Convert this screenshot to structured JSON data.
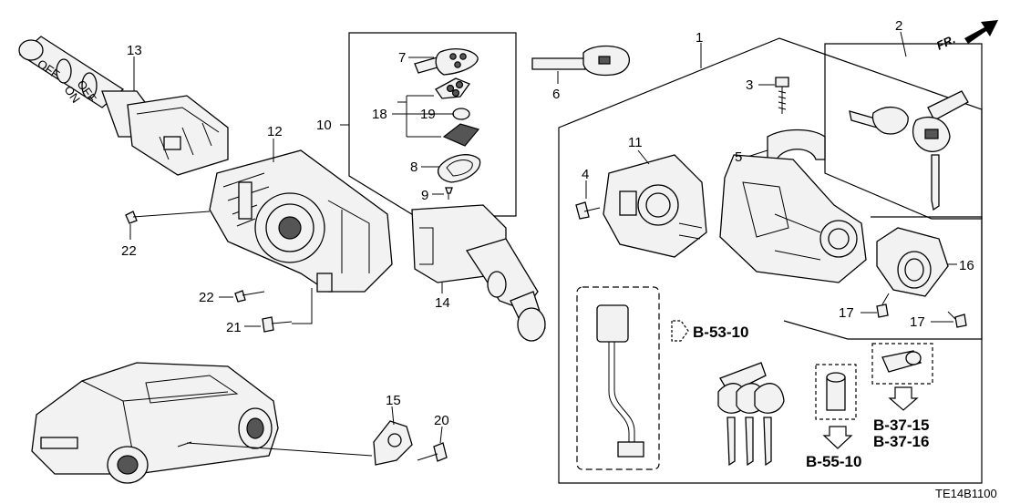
{
  "diagram": {
    "orientation_label": "FR.",
    "drawing_code": "TE14B1100",
    "callouts": [
      "1",
      "2",
      "3",
      "4",
      "5",
      "6",
      "7",
      "8",
      "9",
      "10",
      "11",
      "12",
      "13",
      "14",
      "15",
      "16",
      "17",
      "17",
      "18",
      "19",
      "20",
      "21",
      "22",
      "22"
    ],
    "references": [
      "B-53-10",
      "B-37-15",
      "B-37-16",
      "B-55-10"
    ],
    "stalk_labels": [
      "OFF",
      "OFF",
      "ON"
    ]
  }
}
